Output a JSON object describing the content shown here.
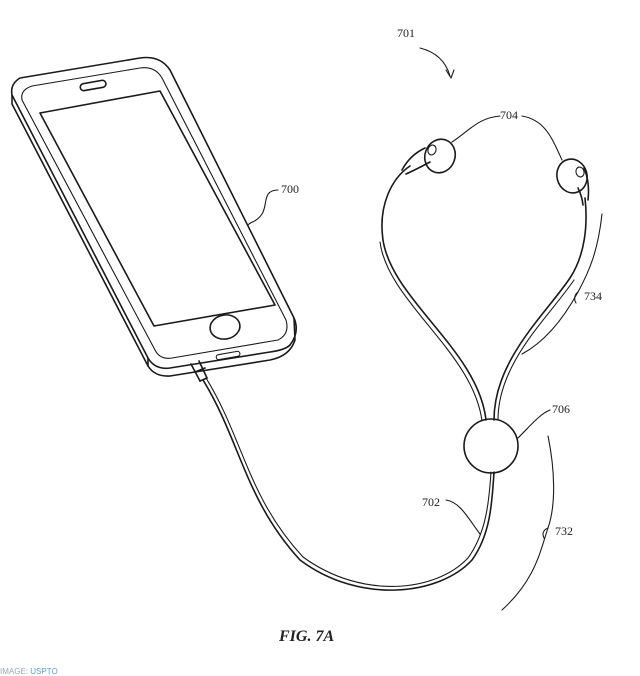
{
  "figure": {
    "caption": "FIG. 7A",
    "labels": {
      "system": "701",
      "phone": "700",
      "earbuds": "704",
      "cable": "702",
      "control": "706",
      "upper_segment": "734",
      "lower_segment": "732"
    },
    "footer": {
      "prefix": "IMAGE:",
      "link": "USPTO"
    }
  }
}
